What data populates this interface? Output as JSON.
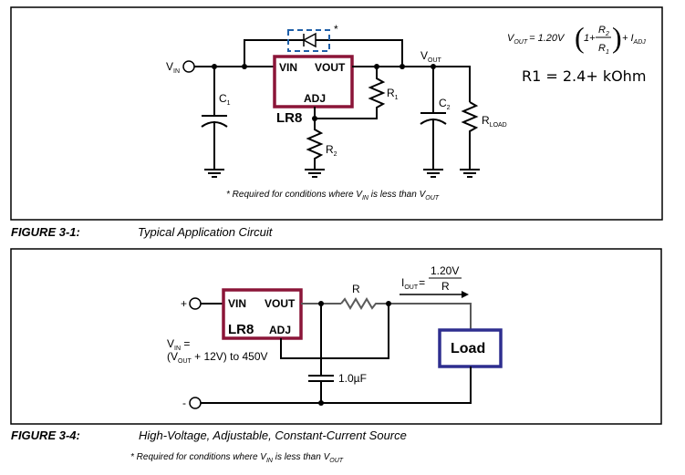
{
  "figure1": {
    "caption_number": "FIGURE 3-1:",
    "caption_text": "Typical Application Circuit",
    "ic": {
      "name": "LR8",
      "pin_vin": "VIN",
      "pin_vout": "VOUT",
      "pin_adj": "ADJ",
      "border_color": "#8b1538"
    },
    "labels": {
      "vin": "V",
      "vin_sub": "IN",
      "vout": "V",
      "vout_sub": "OUT",
      "c1": "C",
      "c1_sub": "1",
      "c2": "C",
      "c2_sub": "2",
      "r1": "R",
      "r1_sub": "1",
      "r2": "R",
      "r2_sub": "2",
      "rload": "R",
      "rload_sub": "LOAD",
      "diode_mark": "*"
    },
    "diode_box_color": "#1f5fa8",
    "equation": {
      "lhs": "V",
      "lhs_sub": "OUT",
      "eq_part": "= 1.20V",
      "one_plus": "1+",
      "num": "R",
      "num_sub": "2",
      "den": "R",
      "den_sub": "1",
      "tail": "+ I",
      "tail_sub": "ADJ"
    },
    "r1_note": "R1 = 2.4+ kOhm",
    "footnote": {
      "prefix": "* Required for conditions where V",
      "sub1": "IN",
      "middle": " is less than V",
      "sub2": "OUT"
    }
  },
  "figure2": {
    "caption_number": "FIGURE 3-4:",
    "caption_text": "High-Voltage, Adjustable, Constant-Current Source",
    "ic": {
      "name": "LR8",
      "pin_vin": "VIN",
      "pin_vout": "VOUT",
      "pin_adj": "ADJ",
      "border_color": "#8b1538"
    },
    "labels": {
      "plus": "+",
      "minus": "-",
      "r": "R",
      "cap": "1.0µF",
      "vin_line1": "V",
      "vin_line1_sub": "IN",
      "vin_line1_tail": " =",
      "vin_line2_a": "(V",
      "vin_line2_sub": "OUT",
      "vin_line2_b": " + 12V) to 450V",
      "iout": "I",
      "iout_sub": "OUT",
      "iout_eq": "=",
      "iout_num": "1.20V",
      "iout_den": "R"
    },
    "load": {
      "label": "Load",
      "border_color": "#2e2e8f"
    },
    "footnote": {
      "prefix": "* Required for conditions where V",
      "sub1": "IN",
      "middle": " is less than V",
      "sub2": "OUT"
    }
  }
}
